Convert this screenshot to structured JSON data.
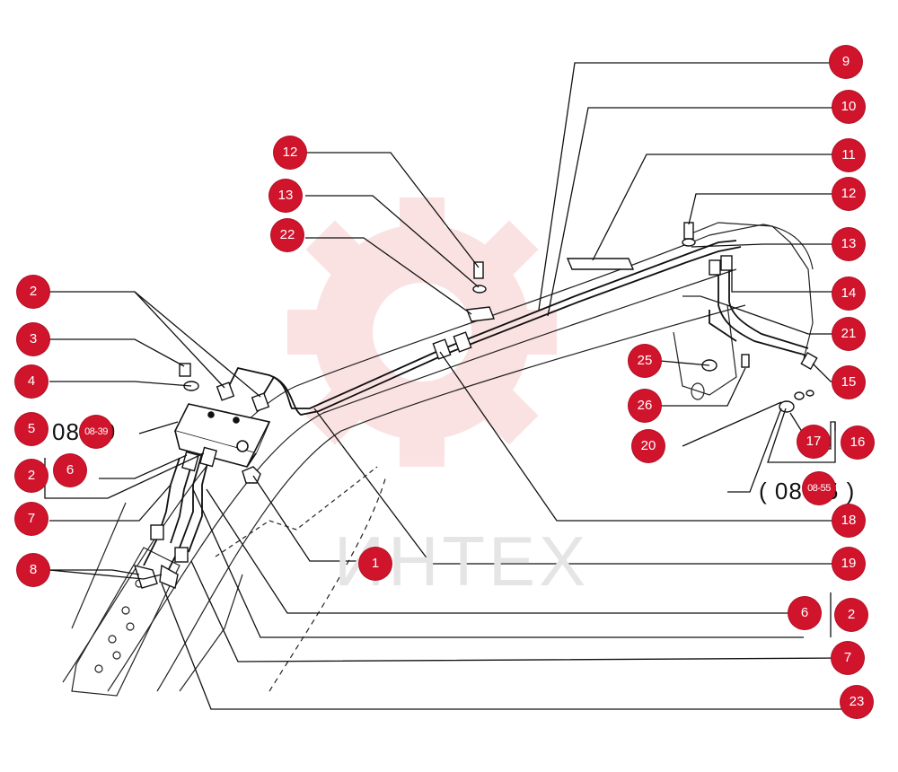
{
  "watermark": {
    "text": "ИНТЕХ",
    "color": "#f7c9c9"
  },
  "references": {
    "left_ref": "08-39",
    "right_ref": "( 08-55 )"
  },
  "callouts": {
    "c9": "9",
    "c10": "10",
    "c11": "11",
    "c12r": "12",
    "c13r": "13",
    "c14": "14",
    "c21": "21",
    "c15": "15",
    "c16": "16",
    "c17": "17",
    "c25": "25",
    "c26": "26",
    "c20": "20",
    "c08_55": "08-55",
    "c18": "18",
    "c19": "19",
    "c6r": "6",
    "c2r": "2",
    "c7r": "7",
    "c23": "23",
    "c12l": "12",
    "c13l": "13",
    "c22": "22",
    "c2a": "2",
    "c3": "3",
    "c4": "4",
    "c5": "5",
    "c08_39": "08-39",
    "c2b": "2",
    "c6l": "6",
    "c7l": "7",
    "c8": "8",
    "c1": "1"
  },
  "colors": {
    "callout": "#d0142c",
    "line": "#111111"
  }
}
